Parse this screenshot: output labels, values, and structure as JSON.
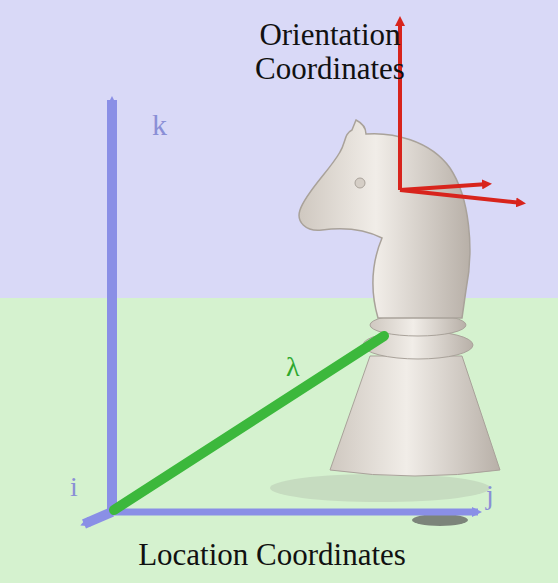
{
  "diagram": {
    "labels": [
      "Orientation Coordinates",
      "k",
      "λ",
      "i",
      "j",
      "Location Coordinates"
    ]
  }
}
